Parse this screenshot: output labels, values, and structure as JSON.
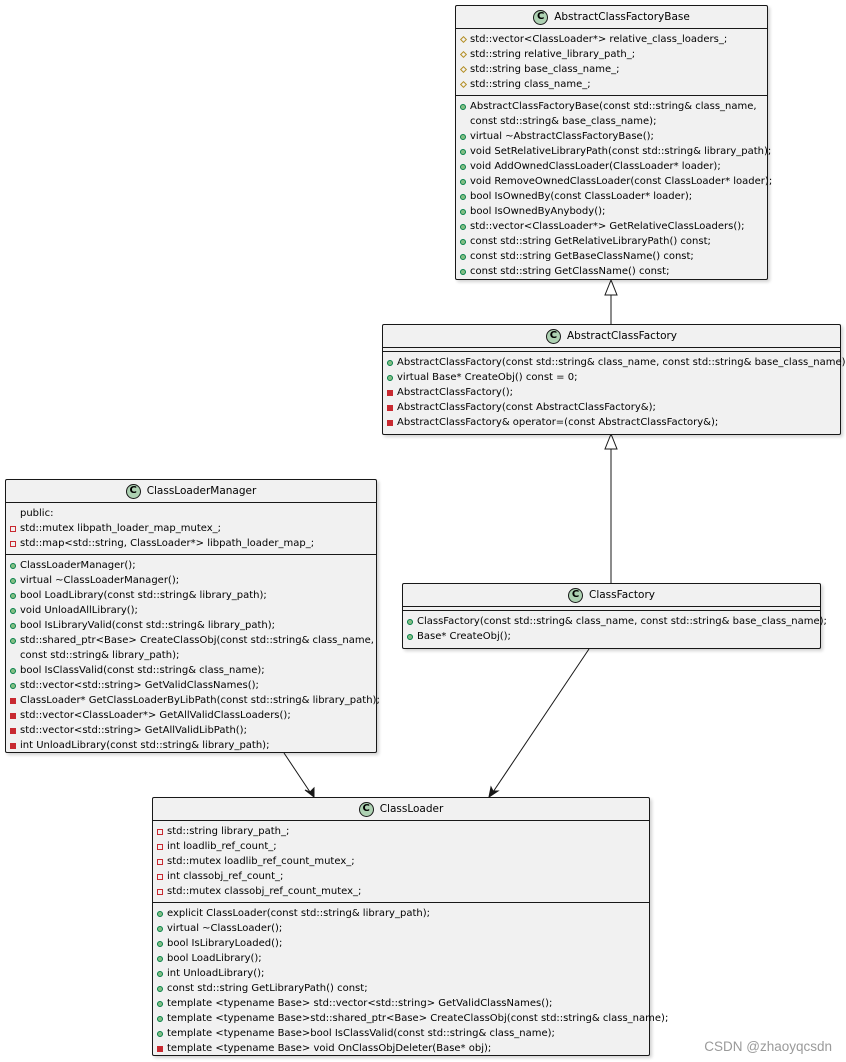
{
  "classes": {
    "abstract_class_factory_base": {
      "icon": "C",
      "name": "AbstractClassFactoryBase",
      "fields": [
        "std::vector<ClassLoader*> relative_class_loaders_;",
        "std::string relative_library_path_;",
        "std::string base_class_name_;",
        "std::string class_name_;"
      ],
      "methods": [
        "AbstractClassFactoryBase(const std::string& class_name,",
        "const std::string& base_class_name);",
        "virtual ~AbstractClassFactoryBase();",
        "void SetRelativeLibraryPath(const std::string& library_path);",
        "void AddOwnedClassLoader(ClassLoader* loader);",
        "void RemoveOwnedClassLoader(const ClassLoader* loader);",
        "bool IsOwnedBy(const ClassLoader* loader);",
        "bool IsOwnedByAnybody();",
        "std::vector<ClassLoader*> GetRelativeClassLoaders();",
        "const std::string GetRelativeLibraryPath() const;",
        "const std::string GetBaseClassName() const;",
        "const std::string GetClassName() const;"
      ]
    },
    "abstract_class_factory": {
      "icon": "C",
      "name": "AbstractClassFactory",
      "methods": [
        "AbstractClassFactory(const std::string& class_name, const std::string& base_class_name);",
        "virtual Base* CreateObj() const = 0;",
        "AbstractClassFactory();",
        "AbstractClassFactory(const AbstractClassFactory&);",
        "AbstractClassFactory& operator=(const AbstractClassFactory&);"
      ]
    },
    "class_loader_manager": {
      "icon": "C",
      "name": "ClassLoaderManager",
      "fields": [
        "public:",
        "std::mutex libpath_loader_map_mutex_;",
        "std::map<std::string, ClassLoader*> libpath_loader_map_;"
      ],
      "methods": [
        "ClassLoaderManager();",
        "virtual ~ClassLoaderManager();",
        "bool LoadLibrary(const std::string& library_path);",
        "void UnloadAllLibrary();",
        "bool IsLibraryValid(const std::string& library_path);",
        "std::shared_ptr<Base> CreateClassObj(const std::string& class_name,",
        "const std::string& library_path);",
        "bool IsClassValid(const std::string& class_name);",
        "std::vector<std::string> GetValidClassNames();",
        "ClassLoader* GetClassLoaderByLibPath(const std::string& library_path);",
        "std::vector<ClassLoader*> GetAllValidClassLoaders();",
        "std::vector<std::string> GetAllValidLibPath();",
        "int UnloadLibrary(const std::string& library_path);"
      ]
    },
    "class_factory": {
      "icon": "C",
      "name": "ClassFactory",
      "methods": [
        "ClassFactory(const std::string& class_name, const std::string& base_class_name);",
        "Base* CreateObj();"
      ]
    },
    "class_loader": {
      "icon": "C",
      "name": "ClassLoader",
      "fields": [
        "std::string library_path_;",
        "int loadlib_ref_count_;",
        "std::mutex loadlib_ref_count_mutex_;",
        "int classobj_ref_count_;",
        "std::mutex classobj_ref_count_mutex_;"
      ],
      "methods": [
        "explicit ClassLoader(const std::string& library_path);",
        "virtual ~ClassLoader();",
        "bool IsLibraryLoaded();",
        "bool LoadLibrary();",
        "int UnloadLibrary();",
        "const std::string GetLibraryPath() const;",
        "template <typename Base> std::vector<std::string> GetValidClassNames();",
        "template <typename Base>std::shared_ptr<Base> CreateClassObj(const std::string& class_name);",
        "template <typename Base>bool IsClassValid(const std::string& class_name);",
        "template <typename Base> void OnClassObjDeleter(Base* obj);"
      ]
    }
  },
  "watermark": "CSDN @zhaoyqcsdn",
  "colors": {
    "box_fill": "#f1f1f1",
    "border": "#181818",
    "class_icon": "#add1b2",
    "public": "#84be84",
    "private": "#c82930",
    "protected": "#b38d22"
  }
}
